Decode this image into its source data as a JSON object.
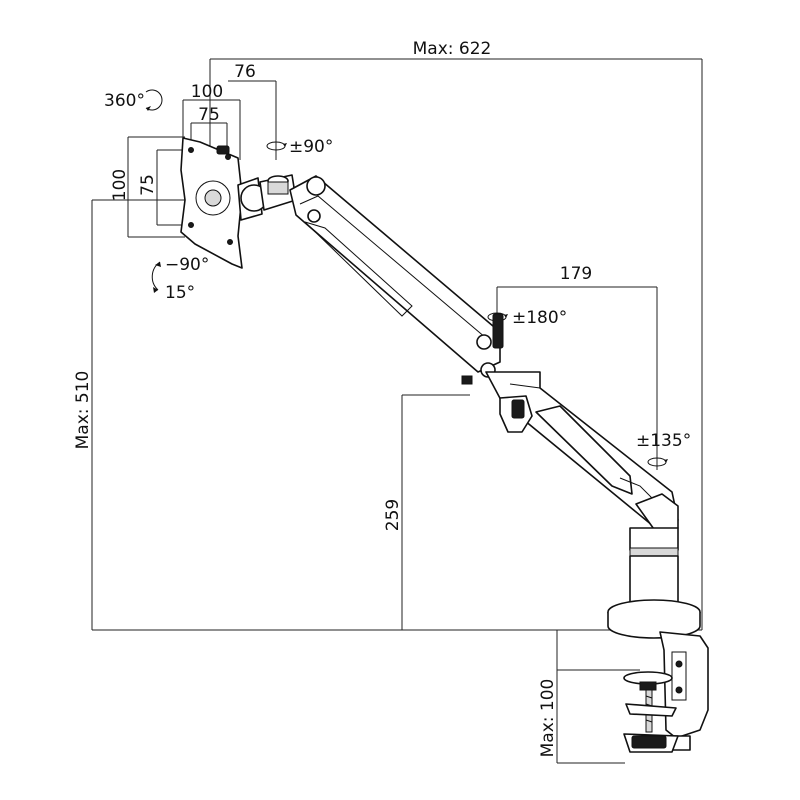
{
  "dimensions": {
    "max_width": "Max: 622",
    "arm_offset": "76",
    "vesa_large_h": "100",
    "vesa_small_h": "75",
    "vesa_large_v": "100",
    "vesa_small_v": "75",
    "max_height": "Max: 510",
    "pole_height": "259",
    "elbow_span": "179",
    "clamp_range": "Max: 100"
  },
  "rotations": {
    "screen_spin": "360°",
    "tilt_down": "−90°",
    "tilt_up": "15°",
    "head_swivel": "±90°",
    "elbow_swivel": "±180°",
    "base_swivel": "±135°"
  }
}
